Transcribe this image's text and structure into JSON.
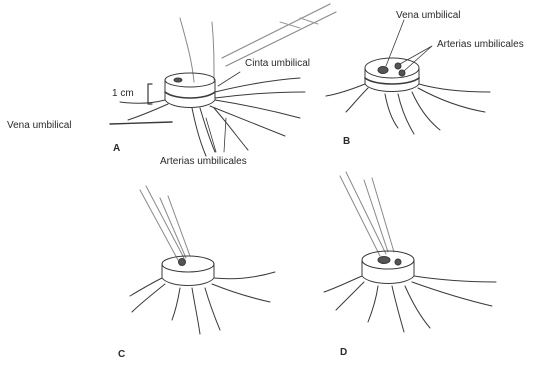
{
  "labels": {
    "cm": "1 cm",
    "cinta": "Cinta umbilical",
    "vena_a": "Vena umbilical",
    "arterias_a": "Arterias umbilicales",
    "vena_b": "Vena umbilical",
    "arterias_b": "Arterias umbilicales"
  },
  "panels": {
    "a": "A",
    "b": "B",
    "c": "C",
    "d": "D"
  }
}
